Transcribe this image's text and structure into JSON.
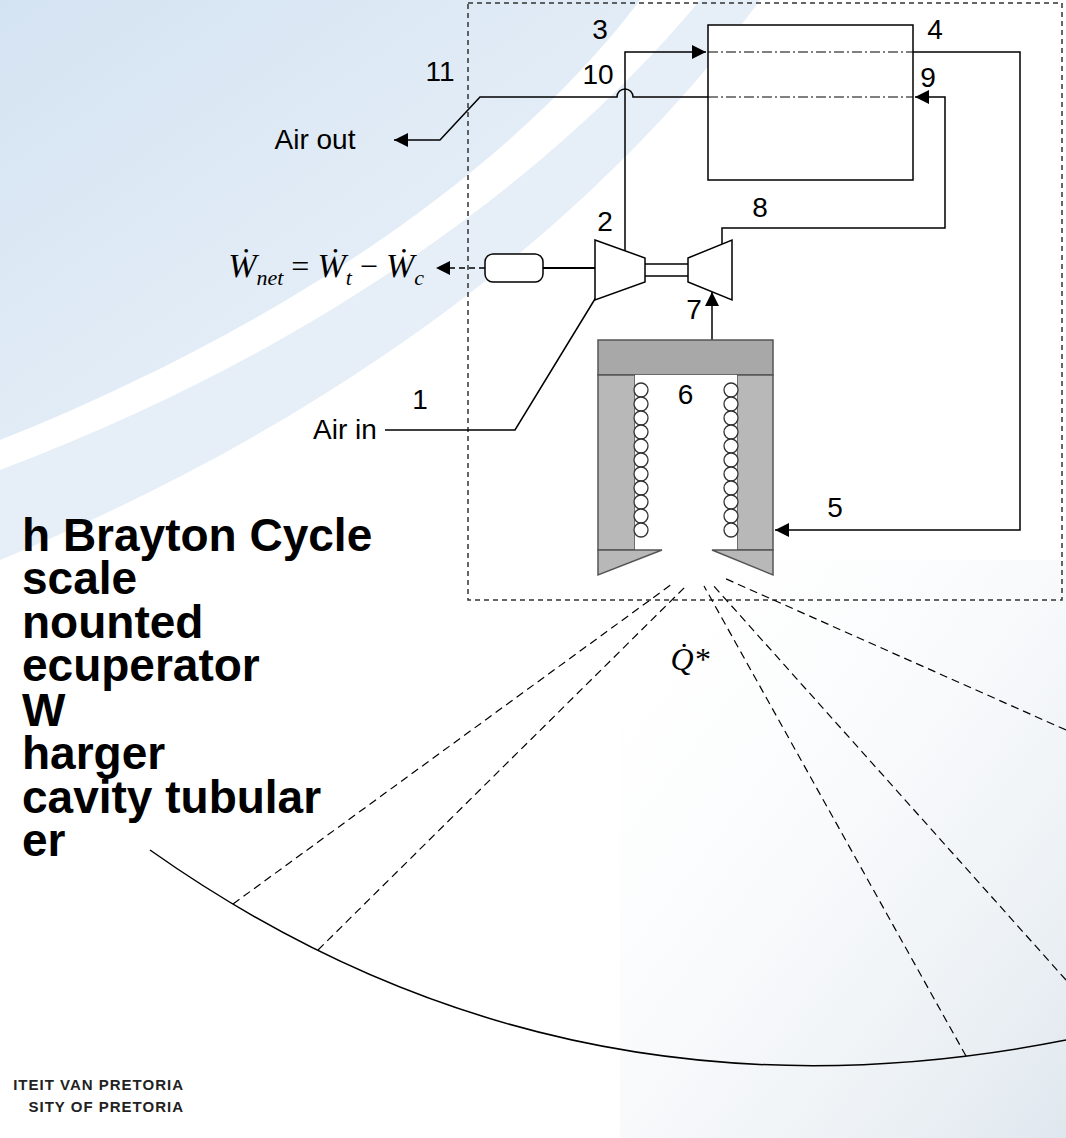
{
  "diagram": {
    "nodes": [
      {
        "text": [
          "6"
        ]
      }
    ],
    "labels": [
      "3",
      "4",
      "11",
      "10",
      "9",
      "Air out",
      "2",
      "8",
      "Ẇ",
      "net",
      "=",
      "Ẇ",
      "t",
      "−",
      "Ẇ",
      "c",
      "7",
      "1",
      "Air in",
      "5",
      "Q̇*",
      "h Brayton Cycle",
      "scale",
      "nounted",
      "ecuperator",
      "W",
      "harger",
      "cavity tubular",
      "er",
      "ITEIT VAN PRETORIA",
      "SITY OF PRETORIA"
    ]
  }
}
